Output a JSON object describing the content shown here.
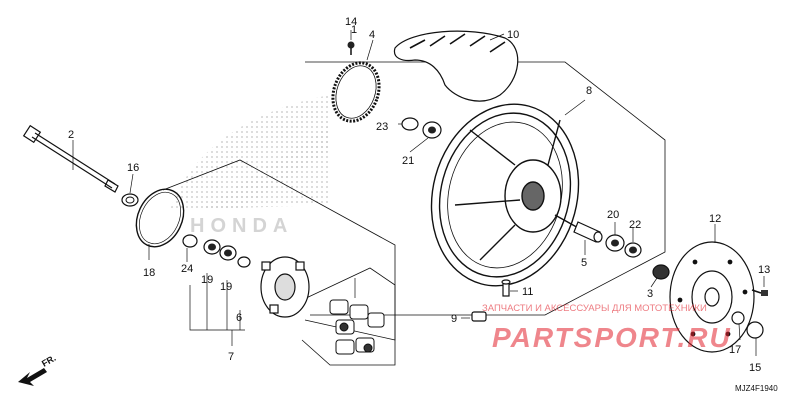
{
  "callouts": [
    {
      "no": "1"
    },
    {
      "no": "2"
    },
    {
      "no": "3"
    },
    {
      "no": "4"
    },
    {
      "no": "5"
    },
    {
      "no": "6"
    },
    {
      "no": "7"
    },
    {
      "no": "8"
    },
    {
      "no": "9"
    },
    {
      "no": "10"
    },
    {
      "no": "11"
    },
    {
      "no": "12"
    },
    {
      "no": "13"
    },
    {
      "no": "14"
    },
    {
      "no": "15"
    },
    {
      "no": "16"
    },
    {
      "no": "17"
    },
    {
      "no": "18"
    },
    {
      "no": "19"
    },
    {
      "no": "19"
    },
    {
      "no": "20"
    },
    {
      "no": "21"
    },
    {
      "no": "22"
    },
    {
      "no": "23"
    },
    {
      "no": "24"
    }
  ],
  "diagram_code": "MJZ4F1940",
  "direction_label": "FR.",
  "watermark": {
    "brand_logo_text": "HONDA",
    "shop_tagline": "ЗАПЧАСТИ И АКСЕССУАРЫ ДЛЯ МОТОТЕХНИКИ",
    "shop_name": "PARTSPORT.RU"
  },
  "colors": {
    "line": "#111111",
    "watermark": "#e1232d",
    "logo_dots": "#bdbdbd"
  }
}
